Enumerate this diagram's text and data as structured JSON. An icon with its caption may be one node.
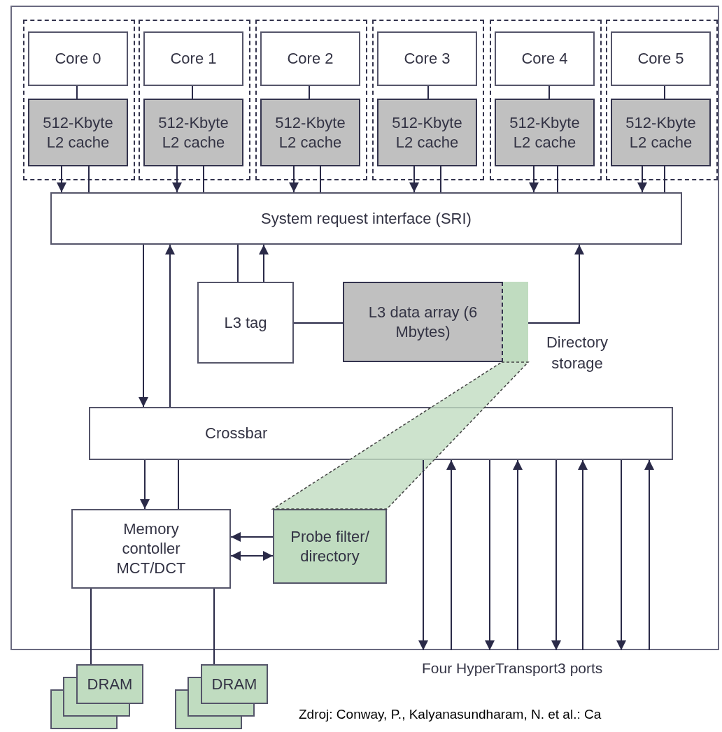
{
  "diagram": {
    "caption": "Zdroj: Conway, P., Kalyanasundharam, N. et al.: Ca",
    "nodes": [
      {
        "text": [],
        "shape": "box"
      },
      {
        "text": [],
        "shape": "box",
        "in": 0
      },
      {
        "text": [
          "Core 0"
        ],
        "in": 1
      },
      {
        "text": [
          "512-Kbyte L2 cache"
        ],
        "in": 1
      },
      {
        "text": [],
        "shape": "box",
        "in": 0
      },
      {
        "text": [
          "Core 1"
        ],
        "in": 4
      },
      {
        "text": [
          "512-Kbyte L2 cache"
        ],
        "in": 4
      },
      {
        "text": [],
        "shape": "box",
        "in": 0
      },
      {
        "text": [
          "Core 2"
        ],
        "in": 7
      },
      {
        "text": [
          "512-Kbyte L2 cache"
        ],
        "in": 7
      },
      {
        "text": [],
        "shape": "box",
        "in": 0
      },
      {
        "text": [
          "Core 3"
        ],
        "in": 10
      },
      {
        "text": [
          "512-Kbyte L2 cache"
        ],
        "in": 10
      },
      {
        "text": [],
        "shape": "box",
        "in": 0
      },
      {
        "text": [
          "Core 4"
        ],
        "in": 13
      },
      {
        "text": [
          "512-Kbyte L2 cache"
        ],
        "in": 13
      },
      {
        "text": [],
        "shape": "box",
        "in": 0
      },
      {
        "text": [
          "Core 5"
        ],
        "in": 16
      },
      {
        "text": [
          "512-Kbyte L2 cache"
        ],
        "in": 16
      },
      {
        "text": [
          "System request interface (SRI)"
        ],
        "in": 0
      },
      {
        "text": [
          "L3 tag"
        ],
        "in": 0
      },
      {
        "text": [
          "L3 data array (6 Mbytes)"
        ],
        "in": 0
      },
      {
        "text": [
          "Directory storage"
        ],
        "in": 21
      },
      {
        "text": [
          "Crossbar"
        ],
        "in": 0
      },
      {
        "text": [
          "Memory contoller MCT/DCT"
        ],
        "in": 0
      },
      {
        "text": [
          "Probe filter/ directory"
        ],
        "in": 0
      },
      {
        "text": [
          "DRAM"
        ]
      },
      {
        "text": [
          "DRAM"
        ]
      },
      {
        "text": [],
        "shape": "trapezoid",
        "in": 0
      }
    ],
    "edges": [
      {
        "from": 2,
        "to": 3,
        "arrow": "none"
      },
      {
        "from": 3,
        "to": 19,
        "arrow": "to"
      },
      {
        "from": 3,
        "to": 19,
        "arrow": "none"
      },
      {
        "from": 5,
        "to": 6,
        "arrow": "none"
      },
      {
        "from": 6,
        "to": 19,
        "arrow": "to"
      },
      {
        "from": 6,
        "to": 19,
        "arrow": "none"
      },
      {
        "from": 8,
        "to": 9,
        "arrow": "none"
      },
      {
        "from": 9,
        "to": 19,
        "arrow": "to"
      },
      {
        "from": 9,
        "to": 19,
        "arrow": "none"
      },
      {
        "from": 11,
        "to": 12,
        "arrow": "none"
      },
      {
        "from": 12,
        "to": 19,
        "arrow": "to"
      },
      {
        "from": 12,
        "to": 19,
        "arrow": "none"
      },
      {
        "from": 14,
        "to": 15,
        "arrow": "none"
      },
      {
        "from": 15,
        "to": 19,
        "arrow": "to"
      },
      {
        "from": 15,
        "to": 19,
        "arrow": "none"
      },
      {
        "from": 17,
        "to": 18,
        "arrow": "none"
      },
      {
        "from": 18,
        "to": 19,
        "arrow": "to"
      },
      {
        "from": 18,
        "to": 19,
        "arrow": "none"
      },
      {
        "from": 19,
        "to": 23,
        "arrow": "to"
      },
      {
        "from": 23,
        "to": 19,
        "arrow": "to"
      },
      {
        "from": 19,
        "to": 20,
        "arrow": "none"
      },
      {
        "from": 20,
        "to": 19,
        "arrow": "to"
      },
      {
        "from": 20,
        "to": 21,
        "arrow": "none"
      },
      {
        "from": 21,
        "to": 19,
        "arrow": "to"
      },
      {
        "from": 23,
        "to": 24,
        "arrow": "to"
      },
      {
        "from": 23,
        "to": 24,
        "arrow": "none"
      },
      {
        "from": 25,
        "to": 24,
        "arrow": "to"
      },
      {
        "from": 24,
        "to": 25,
        "arrow": "both"
      },
      {
        "from": 24,
        "to": 26,
        "arrow": "none"
      },
      {
        "from": 24,
        "to": 27,
        "arrow": "none"
      },
      {
        "from": 23,
        "to": null,
        "arrow": "to"
      },
      {
        "from": null,
        "to": 23,
        "arrow": "to"
      },
      {
        "from": 23,
        "to": null,
        "arrow": "to"
      },
      {
        "from": null,
        "to": 23,
        "arrow": "to"
      },
      {
        "from": 23,
        "to": null,
        "arrow": "to"
      },
      {
        "from": null,
        "to": 23,
        "arrow": "to"
      },
      {
        "from": 23,
        "to": null,
        "arrow": "to"
      },
      {
        "from": null,
        "to": 23,
        "arrow": "to"
      }
    ],
    "labels": [
      "Four HyperTransport3 ports"
    ]
  }
}
